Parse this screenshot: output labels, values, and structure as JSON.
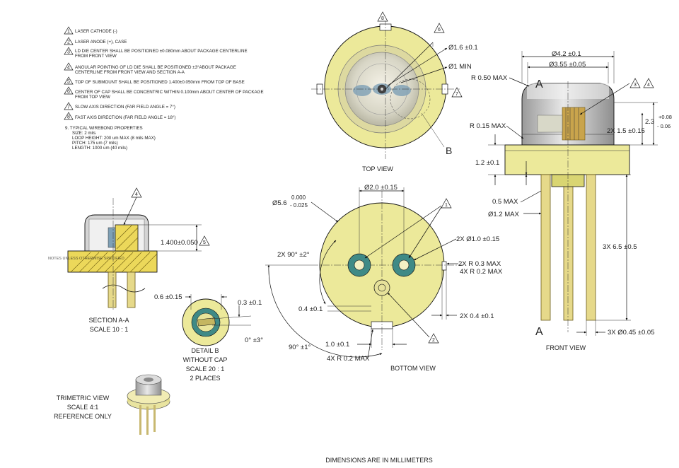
{
  "notes": [
    {
      "num": "1",
      "text": "LASER CATHODE (-)"
    },
    {
      "num": "2",
      "text": "LASER ANODE (+), CASE"
    },
    {
      "num": "3",
      "lines": [
        "LD DIE CENTER SHALL BE POSITIONED ±0.080mm ABOUT PACKAGE CENTERLINE",
        "FROM FRONT VIEW"
      ]
    },
    {
      "num": "4",
      "lines": [
        "ANGULAR POINTING OF LD DIE SHALL BE POSITIONED ±3°ABOUT PACKAGE",
        "CENTERLINE FROM FRONT VIEW AND SECTION A-A"
      ]
    },
    {
      "num": "5",
      "text": "TOP OF SUBMOUNT SHALL BE POSITIONED 1.400±0.050mm FROM TOP OF BASE"
    },
    {
      "num": "6",
      "lines": [
        "CENTER OF CAP SHALL BE CONCENTRIC WITHIN 0.100mm ABOUT CENTER OF PACKAGE",
        "FROM TOP VIEW"
      ]
    },
    {
      "num": "7",
      "text": "SLOW AXIS DIRECTION (FAR FIELD ANGLE = 7°)"
    },
    {
      "num": "8",
      "text": "FAST AXIS DIRECTION (FAR FIELD ANGLE = 18°)"
    }
  ],
  "note9": [
    "9.  TYPICAL WIREBOND PROPERTIES",
    "SIZE: 2 mils",
    "LOOP HEIGHT: 200 um MAX (8 mils MAX)",
    "PITCH: 175 um (7 mils)",
    "LENGTH: 1000 um (40 mils)"
  ],
  "top_view": {
    "caption": "TOP VIEW",
    "dims": {
      "d16": "Ø1.6 ±0.1",
      "d1": "Ø1 MIN",
      "b": "B"
    },
    "balloons": {
      "top": "8",
      "upper": "6",
      "right": "7"
    }
  },
  "front_view": {
    "caption": "FRONT VIEW",
    "dims": {
      "d42": "Ø4.2 ±0.1",
      "d355": "Ø3.55 ±0.05",
      "r050": "R 0.50 MAX",
      "r015": "R 0.15 MAX",
      "h23": "2.3",
      "h23_tol_plus": "+0.08",
      "h23_tol_minus": "- 0.06",
      "h15": "2X  1.5 ±0.15",
      "h12": "1.2 ±0.1",
      "h05": "0.5 MAX",
      "d12": "Ø1.2 MAX",
      "pinlen": "3X  6.5 ±0.5",
      "pindia": "3X  Ø0.45 ±0.05",
      "sect": "A"
    },
    "balloons": [
      "3",
      "4"
    ]
  },
  "section_aa": {
    "caption": [
      "SECTION A-A",
      "SCALE 10 : 1"
    ],
    "dim": "1.400±0.050",
    "overlay": "NOTES UNLESS OTHERWISE SPECIFIED",
    "balloons": {
      "top": "4",
      "right": "5"
    }
  },
  "detail_b": {
    "caption": [
      "DETAIL B",
      "WITHOUT CAP",
      "SCALE 20 : 1",
      "2 PLACES"
    ],
    "dims": {
      "w": "0.6 ±0.15",
      "h": "0.3 ±0.1",
      "ang": "0° ±3°"
    }
  },
  "bottom_view": {
    "caption": "BOTTOM VIEW",
    "dims": {
      "d56": "Ø5.6",
      "d56_plus": "0.000",
      "d56_minus": "- 0.025",
      "d20": "Ø2.0 ±0.15",
      "d10": "2X  Ø1.0 ±0.15",
      "r03": "2X R  0.3 MAX",
      "r02": "4X R  0.2 MAX",
      "ang90": "2X  90° ±2°",
      "w04": "2X  0.4 ±0.1",
      "h04": "0.4 ±0.1",
      "w10": "1.0 ±0.1",
      "r02b": "4X R  0.2 MAX",
      "ang90b": "90° ±1°"
    },
    "balloons": {
      "pins": "1",
      "center": "2"
    }
  },
  "trimetric": {
    "caption": [
      "TRIMETRIC VIEW",
      "SCALE 4:1",
      "REFERENCE ONLY"
    ]
  },
  "footer": "DIMENSIONS ARE IN MILLIMETERS"
}
